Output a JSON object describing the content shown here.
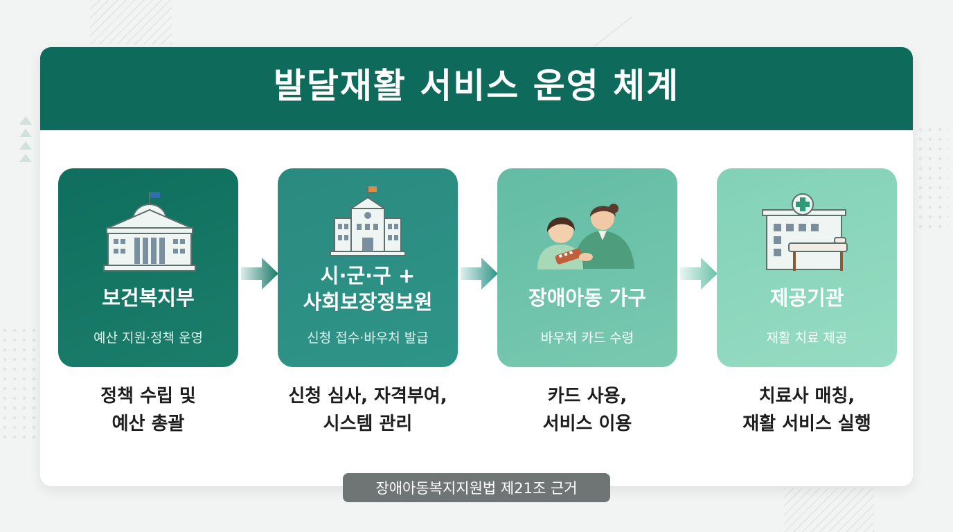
{
  "title": "발달재활 서비스 운영 체계",
  "steps": [
    {
      "icon": "government-building-icon",
      "name": "보건복지부",
      "sub": "예산 지원·정책 운영",
      "desc_line1": "정책 수립 및",
      "desc_line2": "예산 총괄"
    },
    {
      "icon": "city-hall-icon",
      "name_line1": "시·군·구 +",
      "name_line2": "사회보장정보원",
      "sub": "신청 접수·바우처 발급",
      "desc_line1": "신청 심사, 자격부여,",
      "desc_line2": "시스템 관리"
    },
    {
      "icon": "parent-and-child-icon",
      "name": "장애아동 가구",
      "sub": "바우처 카드 수령",
      "desc_line1": "카드 사용,",
      "desc_line2": "서비스 이용"
    },
    {
      "icon": "clinic-building-icon",
      "name": "제공기관",
      "sub": "재활 치료 제공",
      "desc_line1": "치료사 매칭,",
      "desc_line2": "재활 서비스 실행"
    }
  ],
  "footer_badge": "장애아동복지지원법 제21조 근거",
  "colors": {
    "header": "#0e6a5a",
    "step1": "#0f6e5d",
    "step2": "#2a8a80",
    "step3": "#6ac1a8",
    "step4": "#8dd7bd",
    "badge": "#6f7574"
  }
}
